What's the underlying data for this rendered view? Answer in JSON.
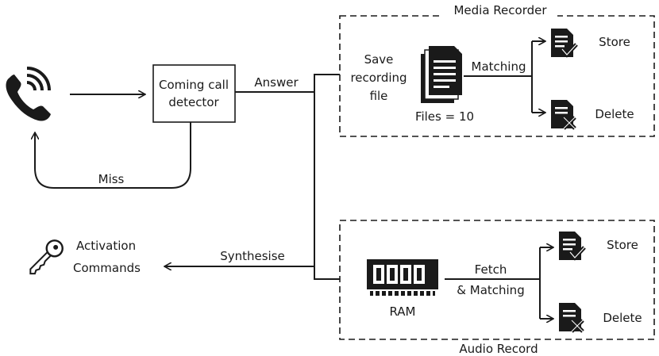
{
  "diagram": {
    "media_recorder_title": "Media Recorder",
    "audio_record_title": "Audio Record",
    "detector_label_line1": "Coming call",
    "detector_label_line2": "detector",
    "answer_label": "Answer",
    "miss_label": "Miss",
    "synthesise_label": "Synthesise",
    "activation_line1": "Activation",
    "activation_line2": "Commands",
    "save_line1": "Save",
    "save_line2": "recording",
    "save_line3": "file",
    "files_label": "Files = 10",
    "matching_label": "Matching",
    "media_store_label": "Store",
    "media_delete_label": "Delete",
    "ram_label": "RAM",
    "fetch_line1": "Fetch",
    "fetch_line2": "& Matching",
    "audio_store_label": "Store",
    "audio_delete_label": "Delete"
  },
  "icons": {
    "phone": "phone-ringing-icon",
    "key": "key-icon",
    "files": "document-stack-icon",
    "store": "document-check-icon",
    "delete": "document-x-icon",
    "ram": "ram-chip-icon"
  },
  "colors": {
    "ink": "#1a1a1a",
    "background": "#ffffff"
  }
}
